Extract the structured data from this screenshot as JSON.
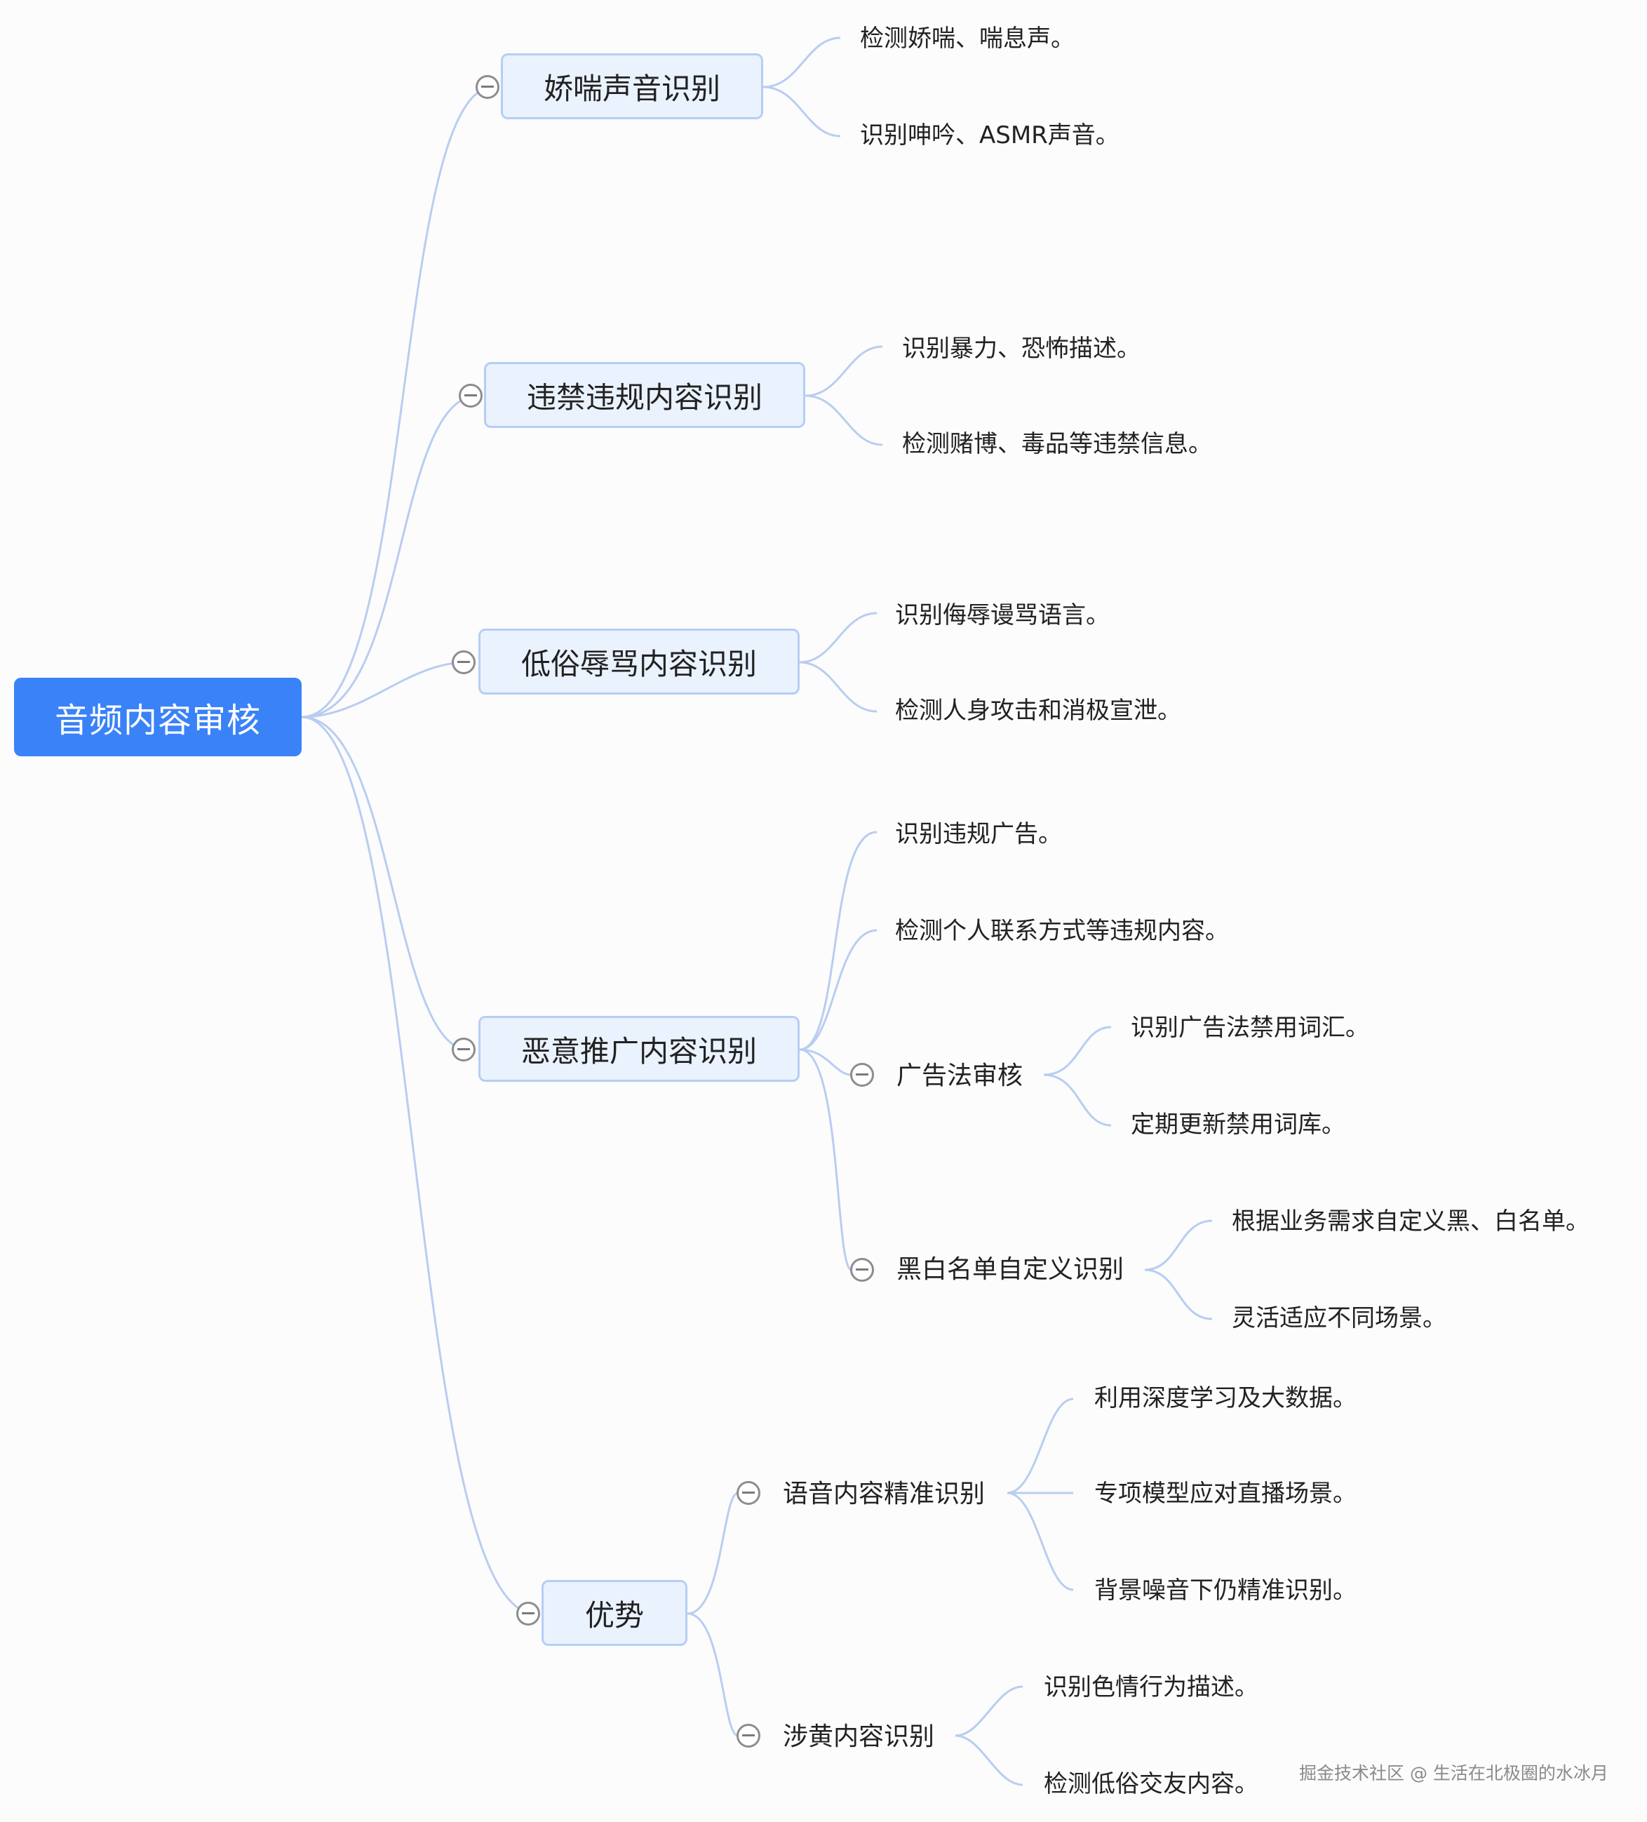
{
  "root": {
    "label": "音频内容审核"
  },
  "branches": [
    {
      "label": "娇喘声音识别",
      "items": [
        "检测娇喘、喘息声。",
        "识别呻吟、ASMR声音。"
      ]
    },
    {
      "label": "违禁违规内容识别",
      "items": [
        "识别暴力、恐怖描述。",
        "检测赌博、毒品等违禁信息。"
      ]
    },
    {
      "label": "低俗辱骂内容识别",
      "items": [
        "识别侮辱谩骂语言。",
        "检测人身攻击和消极宣泄。"
      ]
    },
    {
      "label": "恶意推广内容识别",
      "items": [
        "识别违规广告。",
        "检测个人联系方式等违规内容。"
      ],
      "subgroups": [
        {
          "label": "广告法审核",
          "items": [
            "识别广告法禁用词汇。",
            "定期更新禁用词库。"
          ]
        },
        {
          "label": "黑白名单自定义识别",
          "items": [
            "根据业务需求自定义黑、白名单。",
            "灵活适应不同场景。"
          ]
        }
      ]
    },
    {
      "label": "优势",
      "subgroups": [
        {
          "label": "语音内容精准识别",
          "items": [
            "利用深度学习及大数据。",
            "专项模型应对直播场景。",
            "背景噪音下仍精准识别。"
          ]
        },
        {
          "label": "涉黄内容识别",
          "items": [
            "识别色情行为描述。",
            "检测低俗交友内容。"
          ]
        }
      ]
    }
  ],
  "watermark": "掘金技术社区 @ 生活在北极圈的水冰月",
  "colors": {
    "root_fill": "#3a82f7",
    "node_fill": "#eaf2fe",
    "node_border": "#b5cef4",
    "connector": "#b9cdf0"
  }
}
